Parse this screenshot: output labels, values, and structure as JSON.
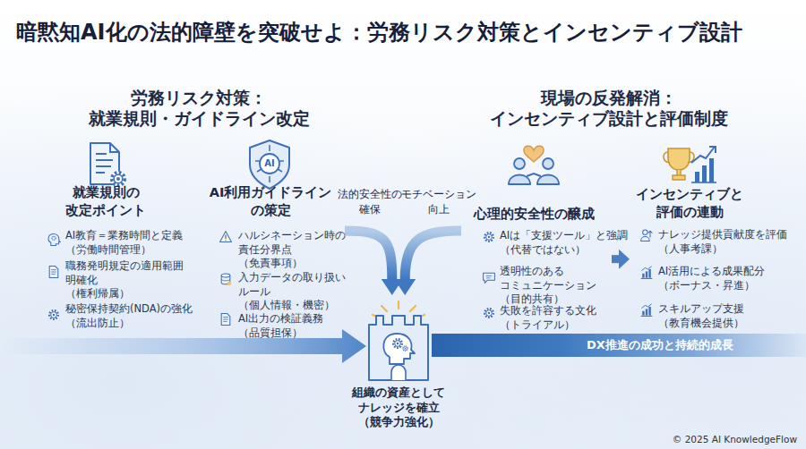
{
  "diagram": {
    "title": "暗黙知AI化の法的障壁を突破せよ：労務リスク対策とインセンティブ設計",
    "nodes": [
      {
        "text": [
          "労務リスク対策： 就業規則・ガイドライン改定"
        ]
      },
      {
        "text": [
          "就業規則の 改定ポイント",
          "AI教育＝業務時間と定義 （労働時間管理）",
          "職務発明規定の適用範囲 明確化 （権利帰属）",
          "秘密保持契約(NDA)の強化 （流出防止）"
        ],
        "in": 0
      },
      {
        "text": [
          "AI利用ガイドライン の策定",
          "ハルシネーション時の 責任分界点 （免責事項）",
          "入力データの取り扱い ルール （個人情報・機密）",
          "AI出力の検証義務 （品質担保）"
        ],
        "in": 0
      },
      {
        "text": [
          "現場の反発解消： インセンティブ設計と評価制度"
        ]
      },
      {
        "text": [
          "心理的安全性の醸成",
          "AIは「支援ツール」と強調 （代替ではない）",
          "透明性のある コミュニケーション （目的共有）",
          "失敗を許容する文化 （トライアル）"
        ],
        "in": 3
      },
      {
        "text": [
          "インセンティブと 評価の連動",
          "ナレッジ提供貢献度を評価 （人事考課）",
          "AI活用による成果配分 （ボーナス・昇進）",
          "スキルアップ支援 （教育機会提供）"
        ],
        "in": 3
      },
      {
        "text": [
          "組織の資産として ナレッジを確立 （競争力強化）"
        ]
      },
      {
        "text": [
          "DX推進の成功と持続的成長"
        ]
      }
    ],
    "edges": [
      {
        "from": 2,
        "to": 6,
        "label": "法的安全性の 確保",
        "arrow": "to"
      },
      {
        "from": 4,
        "to": 6,
        "label": "モチベーション 向上",
        "arrow": "to"
      },
      {
        "from": 4,
        "to": 5,
        "arrow": "to"
      }
    ],
    "labels": [
      "AI",
      "© 2025 AI KnowledgeFlow"
    ]
  }
}
